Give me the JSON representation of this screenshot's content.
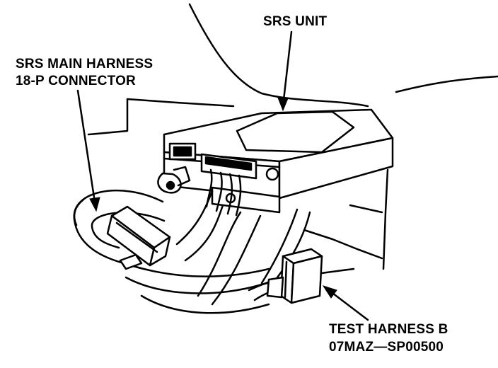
{
  "labels": {
    "srs_unit": "SRS UNIT",
    "main_harness_line1": "SRS MAIN HARNESS",
    "main_harness_line2": "18-P CONNECTOR",
    "test_harness_line1": "TEST HARNESS B",
    "test_harness_line2": "07MAZ—SP00500"
  },
  "colors": {
    "ink": "#000000",
    "paper": "#ffffff"
  }
}
